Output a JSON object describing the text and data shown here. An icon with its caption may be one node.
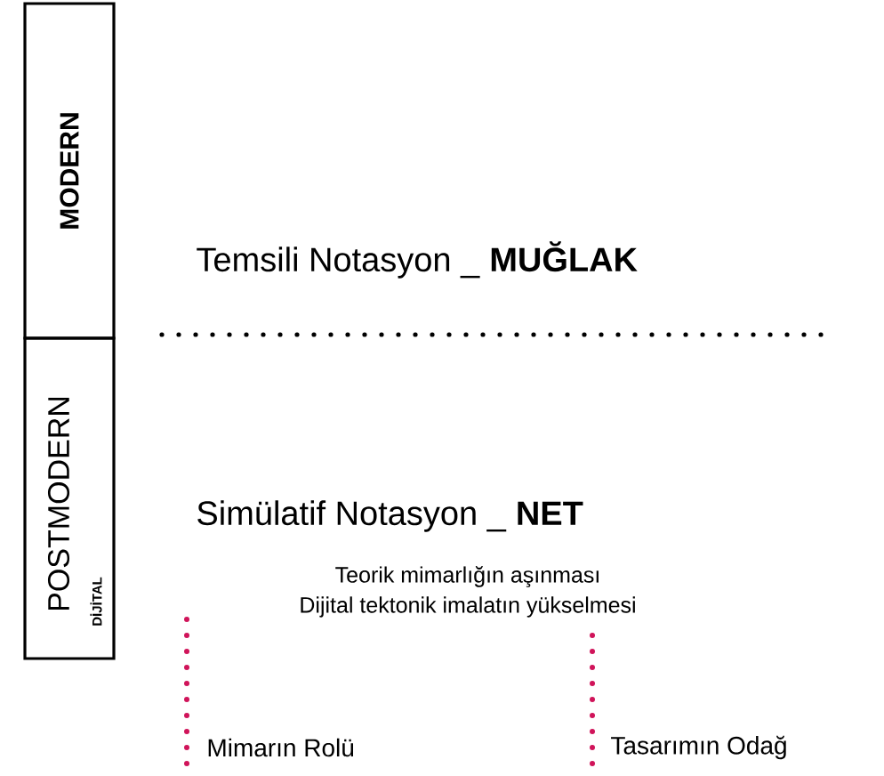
{
  "diagram": {
    "nodes": [
      {
        "text": [
          "MODERN"
        ]
      },
      {
        "text": [
          "POSTMODERN",
          "DİJİTAL"
        ]
      }
    ],
    "labels": [
      "Temsili Notasyon _ **MUĞLAK**",
      "Simülatif Notasyon _ **NET**",
      "Teorik mimarlığın aşınması",
      "Dijital tektonik imalatın yükselmesi",
      "Mimarın Rolü",
      "Tasarımın Odağ"
    ]
  }
}
